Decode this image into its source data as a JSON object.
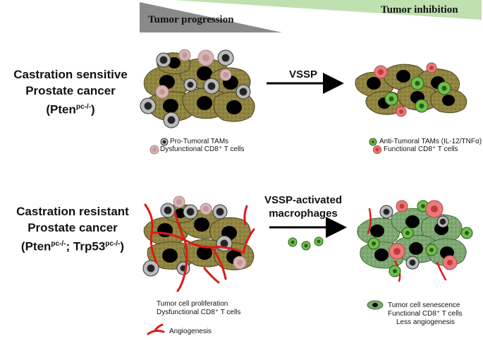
{
  "banner": {
    "progression": "Tumor progression",
    "inhibition": "Tumor inhibition",
    "colors": {
      "progression": "#8a8a8a",
      "inhibition": "#bfe1b0"
    }
  },
  "rows": [
    {
      "title_line1": "Castration sensitive",
      "title_line2": "Prostate cancer",
      "title_line3_main": "(Pten",
      "title_line3_sup": "pc-/-",
      "title_line3_end": ")",
      "arrow_label": "VSSP",
      "left_legend": [
        {
          "icon": "pro-tumoral-tam-icon",
          "text": "Pro-Tumoral TAMs"
        },
        {
          "icon": "dysfunctional-t-cell-icon",
          "text": "Dysfunctional CD8⁺ T cells"
        }
      ],
      "right_legend": [
        {
          "icon": "anti-tumoral-tam-icon",
          "text": "Anti-Tumoral TAMs (IL-12/TNFα)"
        },
        {
          "icon": "functional-t-cell-icon",
          "text": "Functional CD8⁺ T cells"
        }
      ]
    },
    {
      "title_line1": "Castration resistant",
      "title_line2": "Prostate cancer",
      "title_line3_a": "(Pten",
      "title_line3_sup_a": "pc-/-",
      "title_line3_b": "; Trp53",
      "title_line3_sup_b": "pc-/-",
      "title_line3_end": ")",
      "arrow_label_line1": "VSSP-activated",
      "arrow_label_line2": "macrophages",
      "left_legend": [
        "Tumor cell proliferation",
        "Dysfunctional CD8⁺ T cells"
      ],
      "angiogenesis_label": "Angiogenesis",
      "right_legend": [
        "Tumor cell senescence",
        "Functional CD8⁺ T cells",
        "Less angiogenesis"
      ]
    }
  ],
  "colors": {
    "tumor_cell": "#8f8440",
    "tumor_cell_dark": "#5f5628",
    "senescent_cell": "#7ea872",
    "macrophage_green": "#6fbf4a",
    "tcell_pink": "#e87a7a",
    "tcell_dys": "#d9b4b4",
    "vessel": "#e01818"
  }
}
